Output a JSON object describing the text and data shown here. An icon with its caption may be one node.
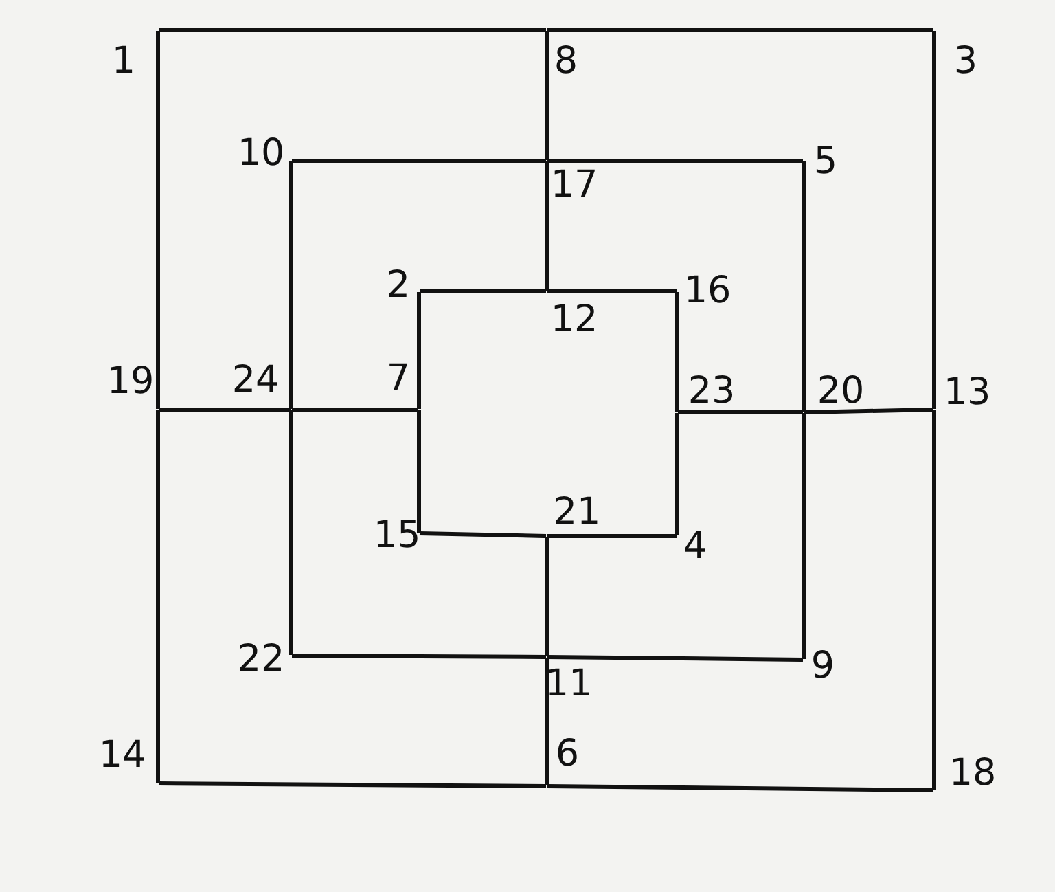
{
  "diagram": {
    "nodes": [
      {
        "text": [
          "1"
        ]
      },
      {
        "text": [
          "2"
        ]
      },
      {
        "text": [
          "3"
        ]
      },
      {
        "text": [
          "4"
        ]
      },
      {
        "text": [
          "5"
        ]
      },
      {
        "text": [
          "6"
        ]
      },
      {
        "text": [
          "7"
        ]
      },
      {
        "text": [
          "8"
        ]
      },
      {
        "text": [
          "9"
        ]
      },
      {
        "text": [
          "10"
        ]
      },
      {
        "text": [
          "11"
        ]
      },
      {
        "text": [
          "12"
        ]
      },
      {
        "text": [
          "13"
        ]
      },
      {
        "text": [
          "14"
        ]
      },
      {
        "text": [
          "15"
        ]
      },
      {
        "text": [
          "16"
        ]
      },
      {
        "text": [
          "17"
        ]
      },
      {
        "text": [
          "18"
        ]
      },
      {
        "text": [
          "19"
        ]
      },
      {
        "text": [
          "20"
        ]
      },
      {
        "text": [
          "21"
        ]
      },
      {
        "text": [
          "22"
        ]
      },
      {
        "text": [
          "23"
        ]
      },
      {
        "text": [
          "24"
        ]
      }
    ],
    "edges": [
      {
        "from": 0,
        "to": 7,
        "arrow": "none"
      },
      {
        "from": 7,
        "to": 2,
        "arrow": "none"
      },
      {
        "from": 2,
        "to": 12,
        "arrow": "none"
      },
      {
        "from": 12,
        "to": 17,
        "arrow": "none"
      },
      {
        "from": 17,
        "to": 5,
        "arrow": "none"
      },
      {
        "from": 5,
        "to": 13,
        "arrow": "none"
      },
      {
        "from": 13,
        "to": 18,
        "arrow": "none"
      },
      {
        "from": 18,
        "to": 0,
        "arrow": "none"
      },
      {
        "from": 9,
        "to": 16,
        "arrow": "none"
      },
      {
        "from": 16,
        "to": 4,
        "arrow": "none"
      },
      {
        "from": 4,
        "to": 19,
        "arrow": "none"
      },
      {
        "from": 19,
        "to": 8,
        "arrow": "none"
      },
      {
        "from": 8,
        "to": 10,
        "arrow": "none"
      },
      {
        "from": 10,
        "to": 21,
        "arrow": "none"
      },
      {
        "from": 21,
        "to": 23,
        "arrow": "none"
      },
      {
        "from": 23,
        "to": 9,
        "arrow": "none"
      },
      {
        "from": 1,
        "to": 11,
        "arrow": "none"
      },
      {
        "from": 11,
        "to": 15,
        "arrow": "none"
      },
      {
        "from": 15,
        "to": 22,
        "arrow": "none"
      },
      {
        "from": 22,
        "to": 3,
        "arrow": "none"
      },
      {
        "from": 3,
        "to": 20,
        "arrow": "none"
      },
      {
        "from": 20,
        "to": 14,
        "arrow": "none"
      },
      {
        "from": 14,
        "to": 6,
        "arrow": "none"
      },
      {
        "from": 6,
        "to": 1,
        "arrow": "none"
      },
      {
        "from": 7,
        "to": 16,
        "arrow": "none"
      },
      {
        "from": 16,
        "to": 11,
        "arrow": "none"
      },
      {
        "from": 18,
        "to": 23,
        "arrow": "none"
      },
      {
        "from": 23,
        "to": 6,
        "arrow": "none"
      },
      {
        "from": 22,
        "to": 19,
        "arrow": "none"
      },
      {
        "from": 19,
        "to": 12,
        "arrow": "none"
      },
      {
        "from": 20,
        "to": 10,
        "arrow": "none"
      },
      {
        "from": 10,
        "to": 5,
        "arrow": "none"
      }
    ]
  }
}
